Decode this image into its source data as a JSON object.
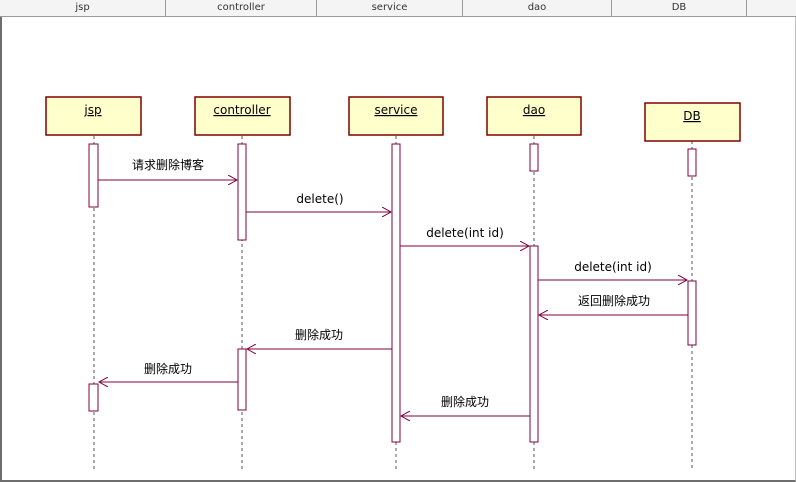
{
  "header": {
    "columns": [
      "jsp",
      "controller",
      "service",
      "dao",
      "DB"
    ]
  },
  "lifelines": [
    {
      "id": "jsp",
      "label": "jsp"
    },
    {
      "id": "controller",
      "label": "controller"
    },
    {
      "id": "service",
      "label": "service"
    },
    {
      "id": "dao",
      "label": "dao"
    },
    {
      "id": "db",
      "label": "DB"
    }
  ],
  "messages": [
    {
      "label": "请求删除博客",
      "from": "jsp",
      "to": "controller"
    },
    {
      "label": "delete()",
      "from": "controller",
      "to": "service"
    },
    {
      "label": "delete(int id)",
      "from": "service",
      "to": "dao"
    },
    {
      "label": "delete(int id)",
      "from": "dao",
      "to": "db"
    },
    {
      "label": "返回删除成功",
      "from": "db",
      "to": "dao"
    },
    {
      "label": "删除成功",
      "from": "service",
      "to": "controller"
    },
    {
      "label": "删除成功",
      "from": "controller",
      "to": "jsp"
    },
    {
      "label": "删除成功",
      "from": "dao",
      "to": "service"
    }
  ],
  "colors": {
    "box_fill": "#ffffcc",
    "box_border": "#800000",
    "line": "#800040",
    "activation_border": "#800040"
  }
}
